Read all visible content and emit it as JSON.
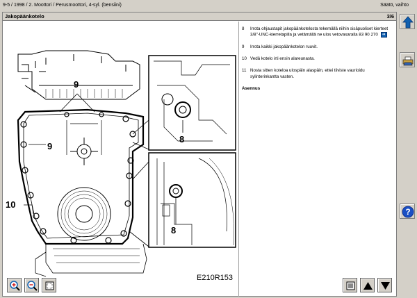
{
  "header": {
    "breadcrumb": "9-5 / 1998 / 2. Moottori / Perusmoottori, 4-syl. (bensiini)",
    "section": "Säätö, vaihto"
  },
  "page": {
    "title": "Jakopäänkotelo",
    "page_indicator": "3/6"
  },
  "figure": {
    "code": "E210R153",
    "callouts": [
      "9",
      "9",
      "10",
      "8",
      "8"
    ]
  },
  "steps": [
    {
      "num": "8",
      "text": "Irrota ohjaustapit jakopäänkotelosta tekemällä niihin sisäpuoliset kierteet 3/8\"-UNC-kierretapilla ja vetämällä ne ulos vetovasaralla 83 90 270",
      "has_link": true
    },
    {
      "num": "9",
      "text": "Irrota kaikki jakopäänkotelon ruuvit."
    },
    {
      "num": "10",
      "text": "Vedä kotelo irti ensin alareunasta."
    },
    {
      "num": "11",
      "text": "Nosta sitten koteloa ulospäin alaspäin, ettei tiiviste vaurioidu sylinterinkantta vasten."
    }
  ],
  "section_heading": "Asennus",
  "icons": {
    "up": "arrow-up-icon",
    "print": "printer-icon",
    "help": "help-icon",
    "zoom_in": "zoom-in-icon",
    "zoom_out": "zoom-out-icon",
    "fit": "fit-page-icon",
    "overview": "overview-icon",
    "prev": "triangle-up-icon",
    "next": "triangle-down-icon"
  },
  "colors": {
    "accent": "#1060b0",
    "chrome": "#d4d0c8",
    "help": "#1a4fc4"
  }
}
